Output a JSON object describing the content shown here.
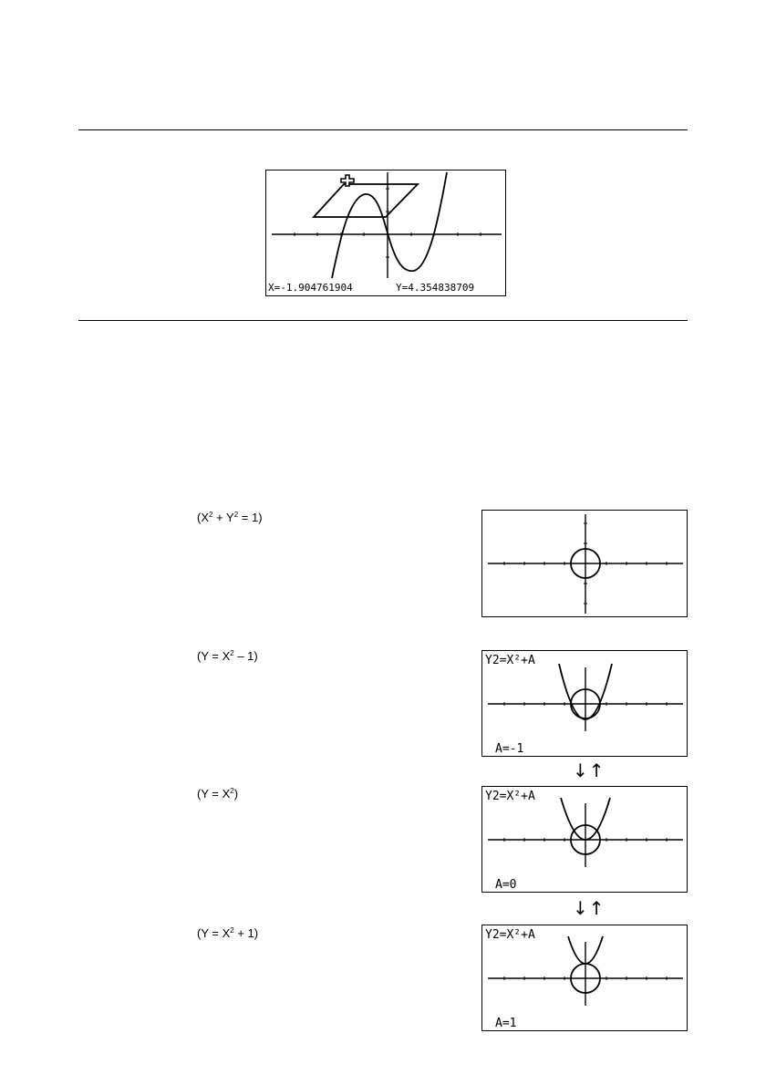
{
  "top_figure": {
    "readout_x": "X=-1.904761904",
    "readout_y": "Y=4.354838709"
  },
  "examples": [
    {
      "id": "circle",
      "label_prefix": "(X",
      "label_mid": " + Y",
      "label_suffix": " = 1)",
      "sup": "2",
      "screen_title": "",
      "screen_note": ""
    },
    {
      "id": "a-neg1",
      "label_prefix": "(Y = X",
      "label_suffix": " – 1)",
      "sup": "2",
      "screen_title": "Y2=X²+A",
      "screen_note": "A=-1"
    },
    {
      "id": "a-0",
      "label_prefix": "(Y = X",
      "label_suffix": ")",
      "sup": "2",
      "screen_title": "Y2=X²+A",
      "screen_note": "A=0"
    },
    {
      "id": "a-1",
      "label_prefix": "(Y = X",
      "label_suffix": " + 1)",
      "sup": "2",
      "screen_title": "Y2=X²+A",
      "screen_note": "A=1"
    }
  ],
  "arrows": "↓↑",
  "icons": {
    "cursor": "plus-cursor-icon",
    "toggle": "down-up-arrows-icon"
  }
}
